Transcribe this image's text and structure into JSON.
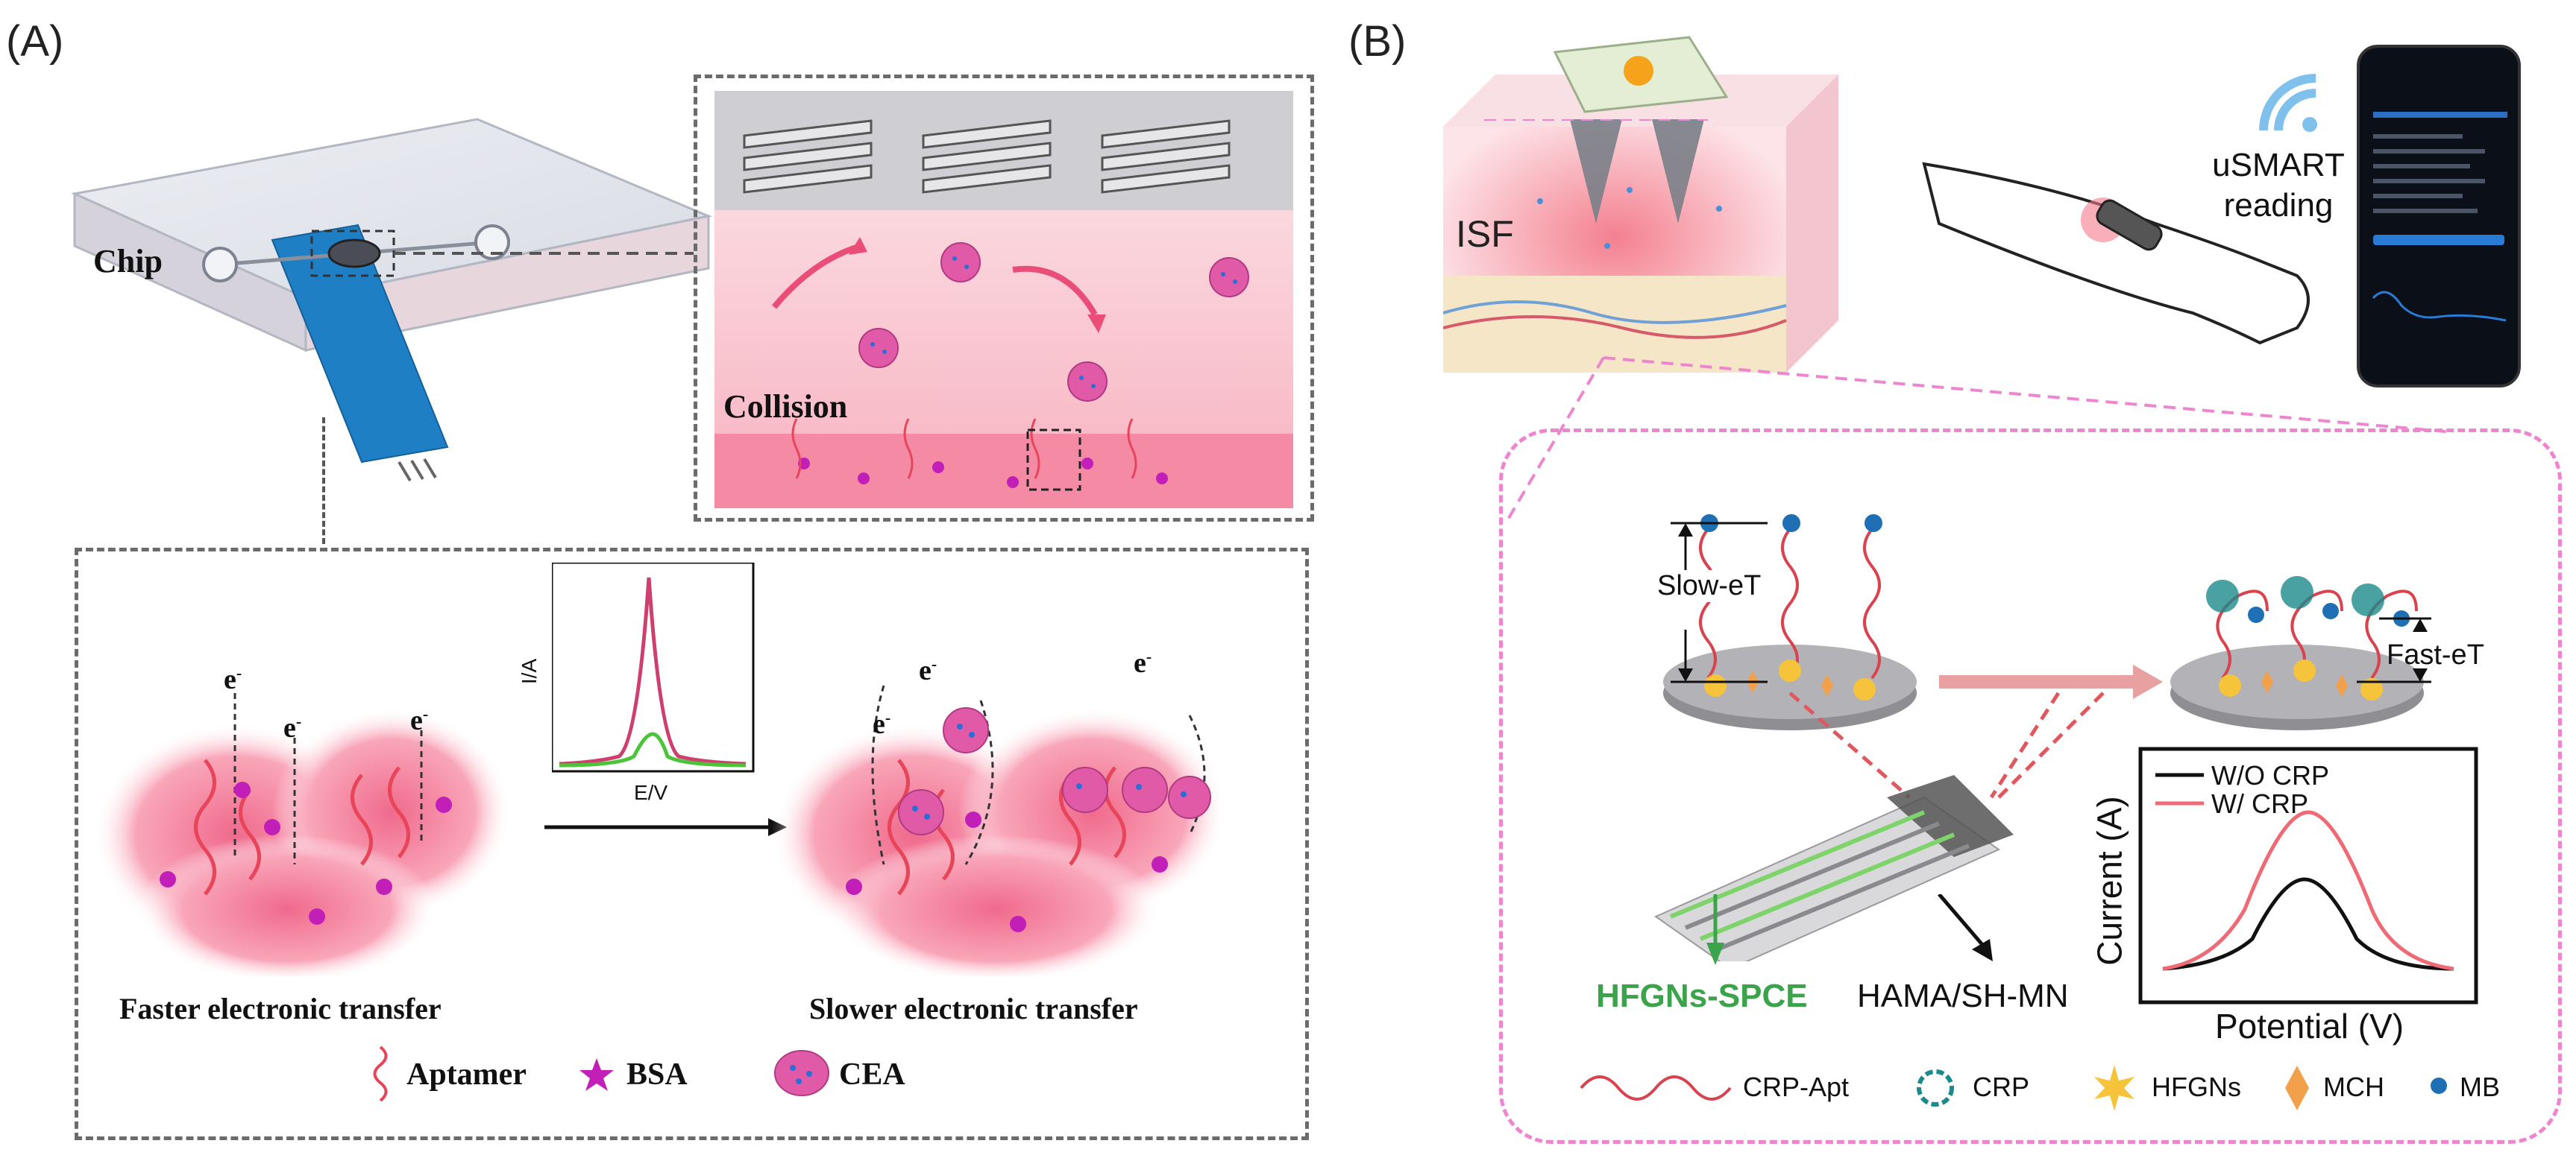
{
  "panel_a": {
    "label": "(A)",
    "chip_label": "Chip",
    "collision_label": "Collision",
    "inset": {
      "y_axis": "I/A",
      "x_axis": "E/V"
    },
    "electron": "e",
    "electron_sup": "-",
    "faster_caption": "Faster electronic transfer",
    "slower_caption": "Slower electronic transfer",
    "legend": [
      {
        "name": "Aptamer",
        "color": "#e8445a"
      },
      {
        "name": "BSA",
        "color": "#c21fb8"
      },
      {
        "name": "CEA",
        "color": "#e05aa8"
      }
    ]
  },
  "panel_b": {
    "label": "(B)",
    "isf_label": "ISF",
    "usmart_line1": "uSMART",
    "usmart_line2": "reading",
    "slow_et": "Slow-eT",
    "fast_et": "Fast-eT",
    "electrode_label": "HFGNs-SPCE",
    "mn_label": "HAMA/SH-MN",
    "chart": {
      "y_axis": "Current (A)",
      "x_axis": "Potential (V)",
      "legend": [
        {
          "name": "W/O CRP",
          "color": "#111111"
        },
        {
          "name": "W/ CRP",
          "color": "#ee6b76"
        }
      ]
    },
    "legend": [
      {
        "name": "CRP-Apt",
        "color": "#d8434f"
      },
      {
        "name": "CRP",
        "color": "#1c8a8a"
      },
      {
        "name": "HFGNs",
        "color": "#f6c43a"
      },
      {
        "name": "MCH",
        "color": "#f2a04a"
      },
      {
        "name": "MB",
        "color": "#1f6fb5"
      }
    ]
  },
  "colors": {
    "accent_pink": "#ee86cf",
    "electrode_blue": "#1f7fc4",
    "tissue_pink": "#f7b6c5"
  }
}
